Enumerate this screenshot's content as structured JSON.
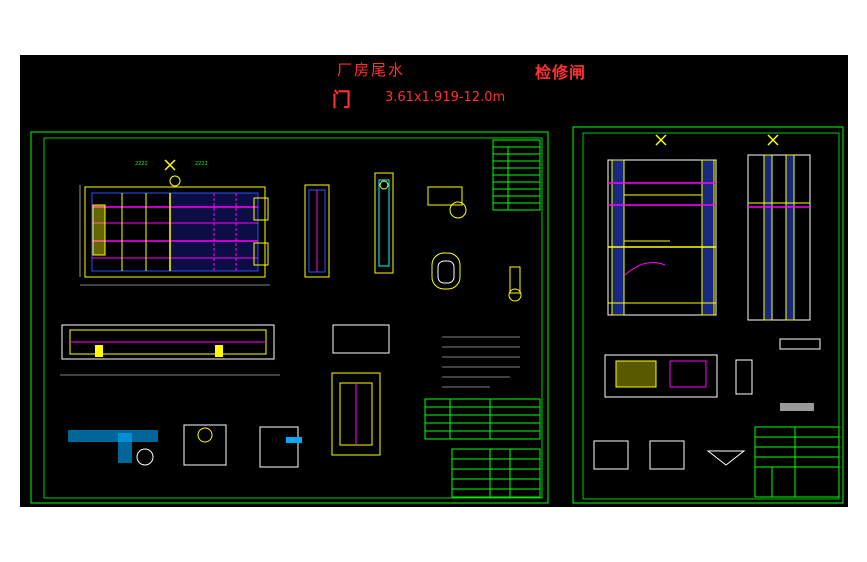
{
  "drawing": {
    "title_line1": "厂房尾水",
    "title_right": "检修闸",
    "title_line2": "门",
    "spec": "3.61x1.919-12.0m"
  },
  "colors": {
    "background": "#000000",
    "frame": "#00ff00",
    "lines_yellow": "#ffff00",
    "lines_magenta": "#ff00ff",
    "lines_blue": "#3050ff",
    "lines_cyan": "#00ffff",
    "lines_white": "#ffffff",
    "title_red": "#ff3030"
  }
}
